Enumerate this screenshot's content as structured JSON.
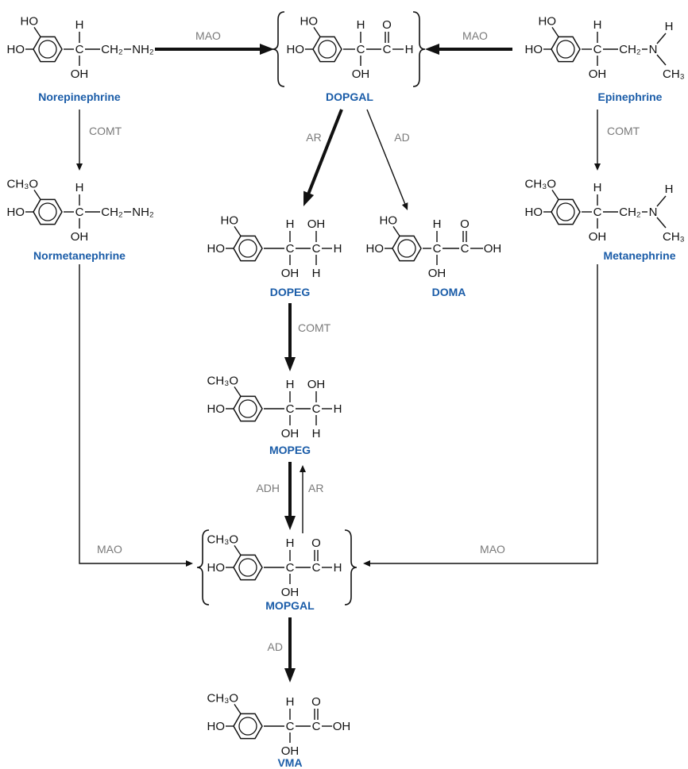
{
  "colors": {
    "compound_name": "#1a5ca8",
    "enzyme_label": "#7a7a7a",
    "structure": "#111111"
  },
  "molecules": {
    "norepinephrine": {
      "name": "Norepinephrine",
      "ring_top": "HO",
      "ring_left": "HO",
      "chain": [
        {
          "atom": "C",
          "up": "H",
          "down": "OH"
        },
        {
          "atom": "CH₂"
        },
        {
          "atom": "NH₂"
        }
      ]
    },
    "dopgal": {
      "name": "DOPGAL",
      "ring_top": "HO",
      "ring_left": "HO",
      "chain": [
        {
          "atom": "C",
          "up": "H",
          "down": "OH"
        },
        {
          "atom": "C",
          "up": "O",
          "up_double": true
        },
        {
          "atom": "H"
        }
      ]
    },
    "epinephrine": {
      "name": "Epinephrine",
      "ring_top": "HO",
      "ring_left": "HO",
      "chain": [
        {
          "atom": "C",
          "up": "H",
          "down": "OH"
        },
        {
          "atom": "CH₂"
        },
        {
          "atom": "N",
          "up": "H",
          "down": "CH₃",
          "branch": "diagonal"
        }
      ]
    },
    "normetanephrine": {
      "name": "Normetanephrine",
      "ring_top": "CH₃O",
      "ring_left": "HO",
      "chain": [
        {
          "atom": "C",
          "up": "H",
          "down": "OH"
        },
        {
          "atom": "CH₂"
        },
        {
          "atom": "NH₂"
        }
      ]
    },
    "metanephrine": {
      "name": "Metanephrine",
      "ring_top": "CH₃O",
      "ring_left": "HO",
      "chain": [
        {
          "atom": "C",
          "up": "H",
          "down": "OH"
        },
        {
          "atom": "CH₂"
        },
        {
          "atom": "N",
          "up": "H",
          "down": "CH₃",
          "branch": "diagonal"
        }
      ]
    },
    "dopeg": {
      "name": "DOPEG",
      "ring_top": "HO",
      "ring_left": "HO",
      "chain": [
        {
          "atom": "C",
          "up": "H",
          "down": "OH"
        },
        {
          "atom": "C",
          "up": "OH",
          "down": "H"
        },
        {
          "atom": "H"
        }
      ]
    },
    "doma": {
      "name": "DOMA",
      "ring_top": "HO",
      "ring_left": "HO",
      "chain": [
        {
          "atom": "C",
          "up": "H",
          "down": "OH"
        },
        {
          "atom": "C",
          "up": "O",
          "up_double": true
        },
        {
          "atom": "OH"
        }
      ]
    },
    "mopeg": {
      "name": "MOPEG",
      "ring_top": "CH₃O",
      "ring_left": "HO",
      "chain": [
        {
          "atom": "C",
          "up": "H",
          "down": "OH"
        },
        {
          "atom": "C",
          "up": "OH",
          "down": "H"
        },
        {
          "atom": "H"
        }
      ]
    },
    "mopgal": {
      "name": "MOPGAL",
      "ring_top": "CH₃O",
      "ring_left": "HO",
      "chain": [
        {
          "atom": "C",
          "up": "H",
          "down": "OH"
        },
        {
          "atom": "C",
          "up": "O",
          "up_double": true
        },
        {
          "atom": "H"
        }
      ]
    },
    "vma": {
      "name": "VMA",
      "ring_top": "CH₃O",
      "ring_left": "HO",
      "chain": [
        {
          "atom": "C",
          "up": "H",
          "down": "OH"
        },
        {
          "atom": "C",
          "up": "O",
          "up_double": true
        },
        {
          "atom": "OH"
        }
      ]
    }
  },
  "reactions": [
    {
      "from": "norepinephrine",
      "to": "dopgal",
      "enzyme": "MAO",
      "weight": "major"
    },
    {
      "from": "epinephrine",
      "to": "dopgal",
      "enzyme": "MAO",
      "weight": "major"
    },
    {
      "from": "norepinephrine",
      "to": "normetanephrine",
      "enzyme": "COMT",
      "weight": "minor"
    },
    {
      "from": "epinephrine",
      "to": "metanephrine",
      "enzyme": "COMT",
      "weight": "minor"
    },
    {
      "from": "dopgal",
      "to": "dopeg",
      "enzyme": "AR",
      "weight": "major"
    },
    {
      "from": "dopgal",
      "to": "doma",
      "enzyme": "AD",
      "weight": "minor"
    },
    {
      "from": "dopeg",
      "to": "mopeg",
      "enzyme": "COMT",
      "weight": "major"
    },
    {
      "from": "mopeg",
      "to": "mopgal",
      "enzyme": "ADH",
      "weight": "major"
    },
    {
      "from": "mopgal",
      "to": "mopeg",
      "enzyme": "AR",
      "weight": "minor"
    },
    {
      "from": "normetanephrine",
      "to": "mopgal",
      "enzyme": "MAO",
      "weight": "minor"
    },
    {
      "from": "metanephrine",
      "to": "mopgal",
      "enzyme": "MAO",
      "weight": "minor"
    },
    {
      "from": "mopgal",
      "to": "vma",
      "enzyme": "AD",
      "weight": "major"
    }
  ]
}
